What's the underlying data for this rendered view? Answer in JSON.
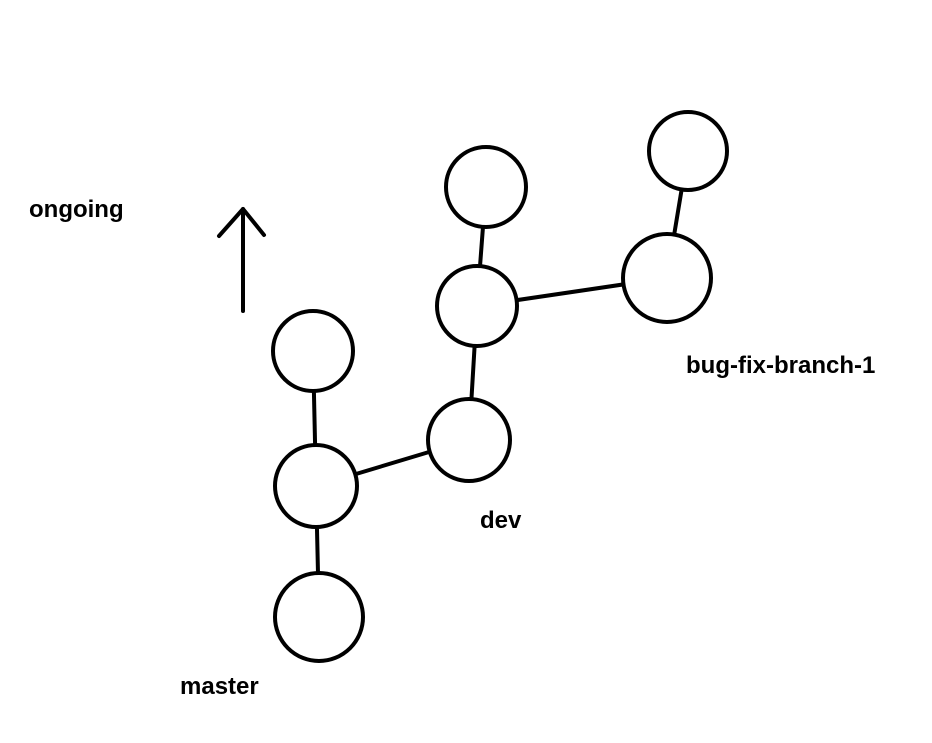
{
  "labels": {
    "direction": "ongoing",
    "master": "master",
    "dev": "dev",
    "bugfix": "bug-fix-branch-1"
  },
  "colors": {
    "line": "#000000",
    "node_fill": "#ffffff",
    "background": "#ffffff"
  },
  "icons": {
    "direction_arrow": "arrow-up-icon"
  },
  "branches": [
    {
      "name": "master",
      "commits": 3
    },
    {
      "name": "dev",
      "commits": 3
    },
    {
      "name": "bug-fix-branch-1",
      "commits": 2
    }
  ]
}
